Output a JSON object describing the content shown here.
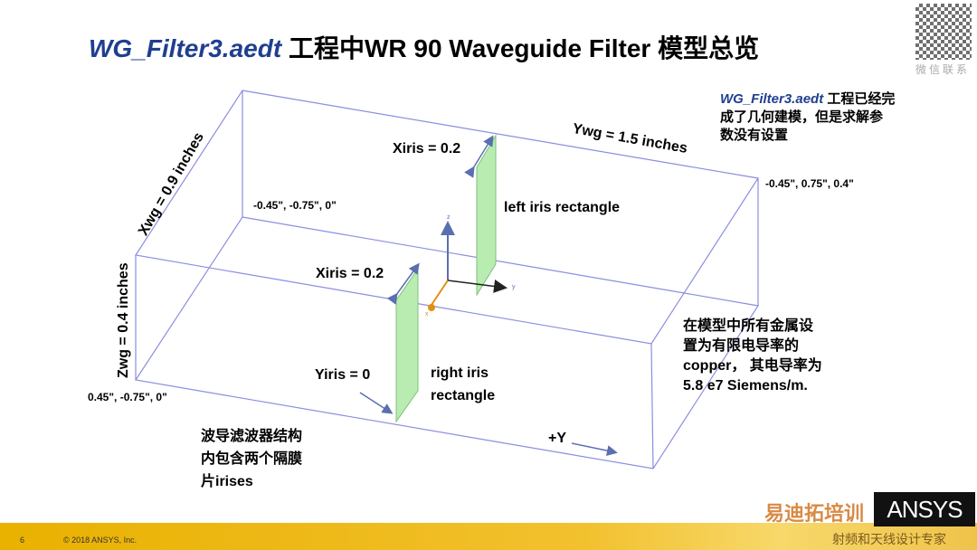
{
  "title": {
    "filename": "WG_Filter3.aedt",
    "rest": " 工程中WR 90 Waveguide Filter 模型总览"
  },
  "watermark_top": "微信联系",
  "labels": {
    "xwg": "Xwg = 0.9 inches",
    "ywg": "Ywg = 1.5 inches",
    "zwg": "Zwg = 0.4 inches",
    "xiris_top": "Xiris = 0.2",
    "xiris_mid": "Xiris = 0.2",
    "yiris": "Yiris = 0",
    "left_iris": "left iris rectangle",
    "right_iris_1": "right iris",
    "right_iris_2": "rectangle",
    "plus_y": "+Y",
    "axis_z": "z",
    "axis_y": "y",
    "axis_x": "x"
  },
  "coords": {
    "c1": "-0.45\", -0.75\", 0\"",
    "c2": "-0.45\", 0.75\", 0.4\"",
    "c3": "0.45\", -0.75\", 0\""
  },
  "notes": {
    "top_fn": "WG_Filter3.aedt",
    "top_1": " 工程已经完",
    "top_2": "成了几何建模，但是求解参",
    "top_3": "数没有设置",
    "right_1": "在模型中所有金属设",
    "right_2": "置为有限电导率的",
    "right_3": "copper， 其电导率为",
    "right_4": "5.8 e7 Siemens/m.",
    "bottom_1": "波导滤波器结构",
    "bottom_2": "内包含两个隔膜",
    "bottom_3": "片irises"
  },
  "footer": {
    "page": "6",
    "copyright": "© 2018 ANSYS, Inc.",
    "logo": "ANSYS",
    "watermark": "射频和天线设计专家",
    "watermark_logo": "易迪拓培训"
  },
  "colors": {
    "edge": "#7b7fd6",
    "iris": "#b8ecb0",
    "arrow": "#5a6fb0",
    "title_blue": "#1f3f8f"
  }
}
